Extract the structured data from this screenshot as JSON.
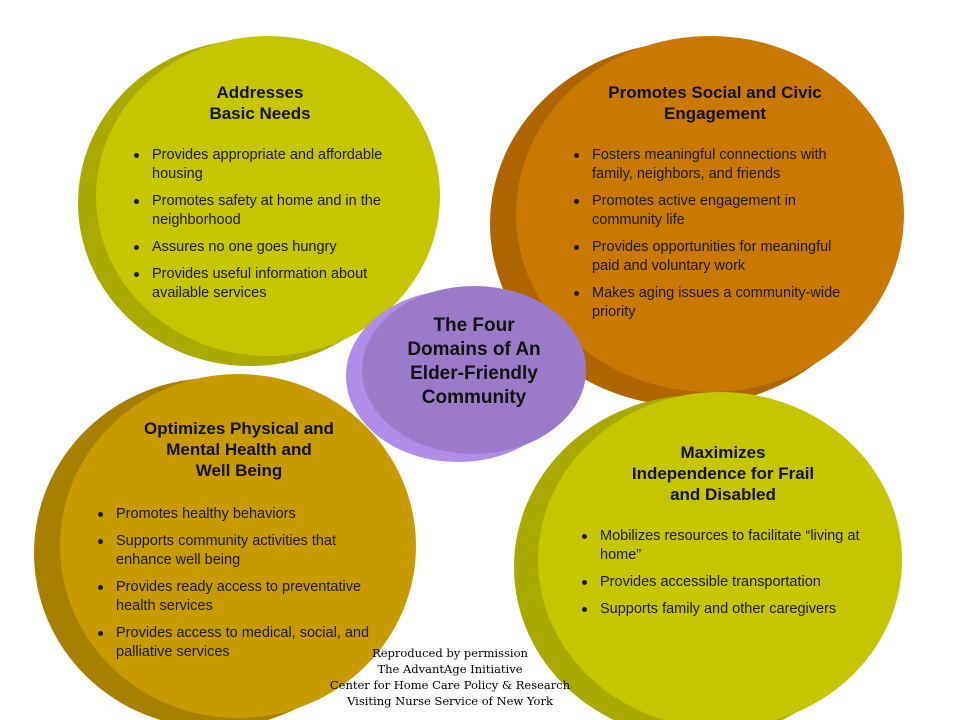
{
  "center": {
    "title": "The Four\nDomains of An\nElder-Friendly\nCommunity",
    "color": "#9B7BC9"
  },
  "domains": {
    "basic_needs": {
      "title": "Addresses\nBasic Needs",
      "color": "#C6C600",
      "bullets": [
        "Provides appropriate and affordable housing",
        "Promotes safety at home and in the neighborhood",
        "Assures no one goes hungry",
        "Provides useful information about available services"
      ]
    },
    "social_civic": {
      "title": "Promotes Social and Civic\nEngagement",
      "color": "#C97800",
      "bullets": [
        "Fosters meaningful connections with family, neighbors, and friends",
        "Promotes active engagement in community life",
        "Provides opportunities for meaningful paid and voluntary work",
        "Makes aging issues a community-wide priority"
      ]
    },
    "health": {
      "title": "Optimizes Physical and\nMental Health and\nWell Being",
      "color": "#C79A00",
      "bullets": [
        "Promotes healthy behaviors",
        "Supports community activities that enhance well being",
        "Provides ready access to preventative health services",
        "Provides access to medical, social, and palliative services"
      ]
    },
    "independence": {
      "title": "Maximizes\nIndependence for Frail\nand Disabled",
      "color": "#C6C600",
      "bullets": [
        "Mobilizes resources to facilitate “living at home”",
        "Provides accessible transportation",
        "Supports family and other caregivers"
      ]
    }
  },
  "credit": {
    "line1": "Reproduced by permission",
    "line2": "The AdvantAge Initiative",
    "line3": "Center for Home Care Policy & Research",
    "line4": "Visiting Nurse Service of New York"
  }
}
